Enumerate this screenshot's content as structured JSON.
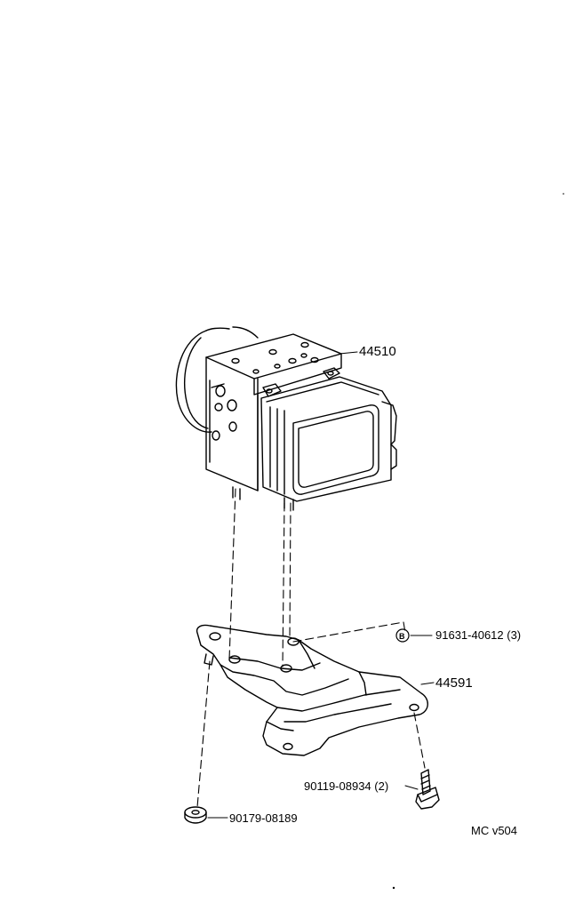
{
  "parts": {
    "abs_actuator": "44510",
    "bracket": "44591",
    "bolt_b": "91631-40612 (3)",
    "bolt_b_marker": "B",
    "bolt_lower": "90119-08934 (2)",
    "nut": "90179-08189"
  },
  "catalog_code": "MC v504"
}
